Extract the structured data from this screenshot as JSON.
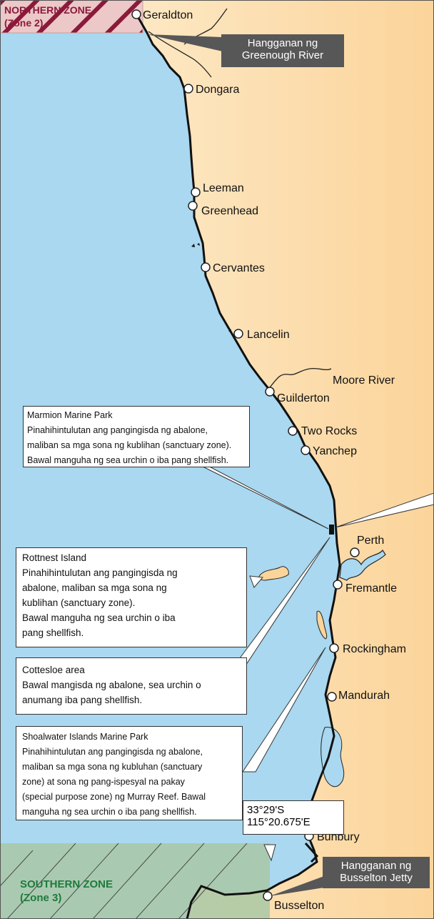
{
  "zones": {
    "northern": {
      "name": "NORTHERN ZONE",
      "sub": "(Zone 2)",
      "color": "#8b1a3a"
    },
    "southern": {
      "name": "SOUTHERN ZONE",
      "sub": "(Zone 3)",
      "color": "#1f7a3c"
    }
  },
  "boundaries": {
    "greenough": {
      "line1": "Hangganan ng",
      "line2": "Greenough River"
    },
    "busselton": {
      "line1": "Hangganan ng",
      "line2": "Busselton Jetty"
    }
  },
  "coordinates": {
    "lat": "33°29'S",
    "lon": "115°20.675'E"
  },
  "towns": [
    {
      "id": "geraldton",
      "name": "Geraldton"
    },
    {
      "id": "dongara",
      "name": "Dongara"
    },
    {
      "id": "leeman",
      "name": "Leeman"
    },
    {
      "id": "greenhead",
      "name": "Greenhead"
    },
    {
      "id": "cervantes",
      "name": "Cervantes"
    },
    {
      "id": "lancelin",
      "name": "Lancelin"
    },
    {
      "id": "moore-river",
      "name": "Moore River"
    },
    {
      "id": "guilderton",
      "name": "Guilderton"
    },
    {
      "id": "two-rocks",
      "name": "Two Rocks"
    },
    {
      "id": "yanchep",
      "name": "Yanchep"
    },
    {
      "id": "perth",
      "name": "Perth"
    },
    {
      "id": "fremantle",
      "name": "Fremantle"
    },
    {
      "id": "rockingham",
      "name": "Rockingham"
    },
    {
      "id": "mandurah",
      "name": "Mandurah"
    },
    {
      "id": "bunbury",
      "name": "Bunbury"
    },
    {
      "id": "busselton",
      "name": "Busselton"
    }
  ],
  "callouts": {
    "marmion": {
      "title": "Marmion Marine Park",
      "lines": [
        "Pinahihintulutan ang pangingisda ng abalone,",
        "maliban sa mga sona ng kublihan (sanctuary zone).",
        "Bawal manguha ng sea urchin o iba pang shellfish."
      ]
    },
    "rottnest": {
      "title": "Rottnest Island",
      "lines": [
        "Pinahihintulutan ang pangingisda ng",
        "abalone, maliban sa mga sona ng",
        "kublihan (sanctuary zone).",
        "Bawal manguha ng sea urchin o iba",
        "pang shellfish."
      ]
    },
    "cottesloe": {
      "title": "Cottesloe area",
      "lines": [
        "Bawal mangisda ng abalone, sea urchin o",
        "anumang iba pang shellfish."
      ]
    },
    "shoalwater": {
      "title": "Shoalwater Islands Marine Park",
      "lines": [
        "Pinahihintulutan ang pangingisda ng abalone,",
        "maliban sa mga sona ng kubluhan (sanctuary",
        "zone) at sona ng pang-ispesyal na pakay",
        "(special purpose zone) ng Murray Reef. Bawal",
        "manguha ng sea urchin o iba pang shellfish."
      ]
    }
  },
  "colors": {
    "sea": "#a9d8f0",
    "land": "#fbd49a",
    "coast": "#111111"
  }
}
